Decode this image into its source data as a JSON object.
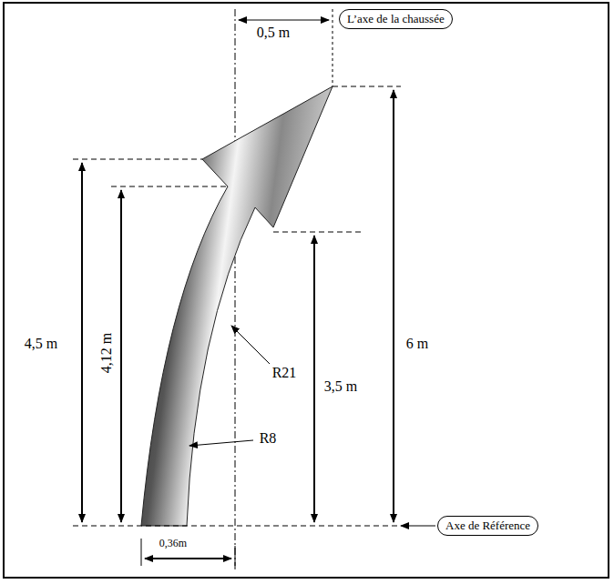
{
  "diagram": {
    "nodes": [
      {
        "text": [
          "L’axe de la chaussée"
        ]
      },
      {
        "text": [
          "Axe de Référence"
        ]
      }
    ],
    "labels": [
      "0,5 m",
      "4,5 m",
      "4,12 m",
      "3,5 m",
      "6 m",
      "R21",
      "R8",
      "0,36m"
    ]
  }
}
